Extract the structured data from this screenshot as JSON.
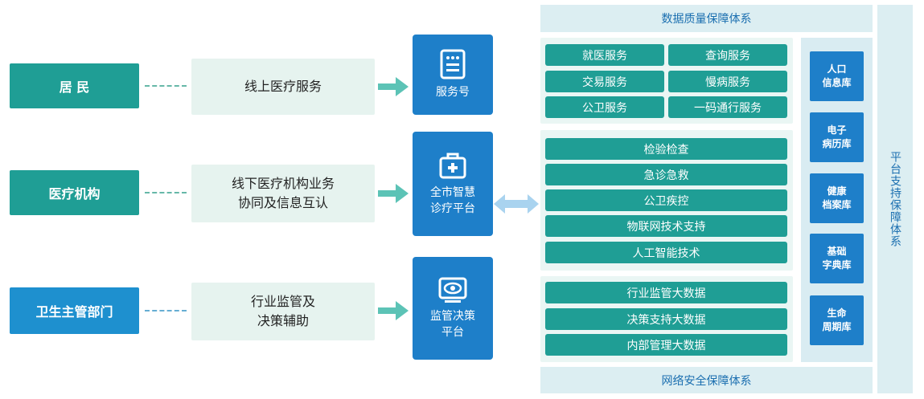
{
  "actors": [
    {
      "label": "居 民"
    },
    {
      "label": "医疗机构"
    },
    {
      "label": "卫生主管部门"
    }
  ],
  "channels": [
    {
      "line1": "线上医疗服务",
      "line2": ""
    },
    {
      "line1": "线下医疗机构业务",
      "line2": "协同及信息互认"
    },
    {
      "line1": "行业监管及",
      "line2": "决策辅助"
    }
  ],
  "platforms": [
    {
      "line1": "服务号",
      "line2": "",
      "icon": "service-account-icon"
    },
    {
      "line1": "全市智慧",
      "line2": "诊疗平台",
      "icon": "medical-kit-icon"
    },
    {
      "line1": "监管决策",
      "line2": "平台",
      "icon": "eye-monitor-icon"
    }
  ],
  "top_band": "数据质量保障体系",
  "bottom_band": "网络安全保障体系",
  "side_band": "平台支持保障体系",
  "services_panel": [
    "就医服务",
    "查询服务",
    "交易服务",
    "慢病服务",
    "公卫服务",
    "一码通行服务"
  ],
  "clinical_panel": [
    "检验检查",
    "急诊急救",
    "公卫疾控",
    "物联网技术支持",
    "人工智能技术"
  ],
  "data_panel": [
    "行业监管大数据",
    "决策支持大数据",
    "内部管理大数据"
  ],
  "databases": [
    {
      "line1": "人口",
      "line2": "信息库"
    },
    {
      "line1": "电子",
      "line2": "病历库"
    },
    {
      "line1": "健康",
      "line2": "档案库"
    },
    {
      "line1": "基础",
      "line2": "字典库"
    },
    {
      "line1": "生命",
      "line2": "周期库"
    }
  ],
  "colors": {
    "teal": "#1f9e95",
    "blue": "#1e7fc9",
    "light_band": "#dceef2"
  }
}
